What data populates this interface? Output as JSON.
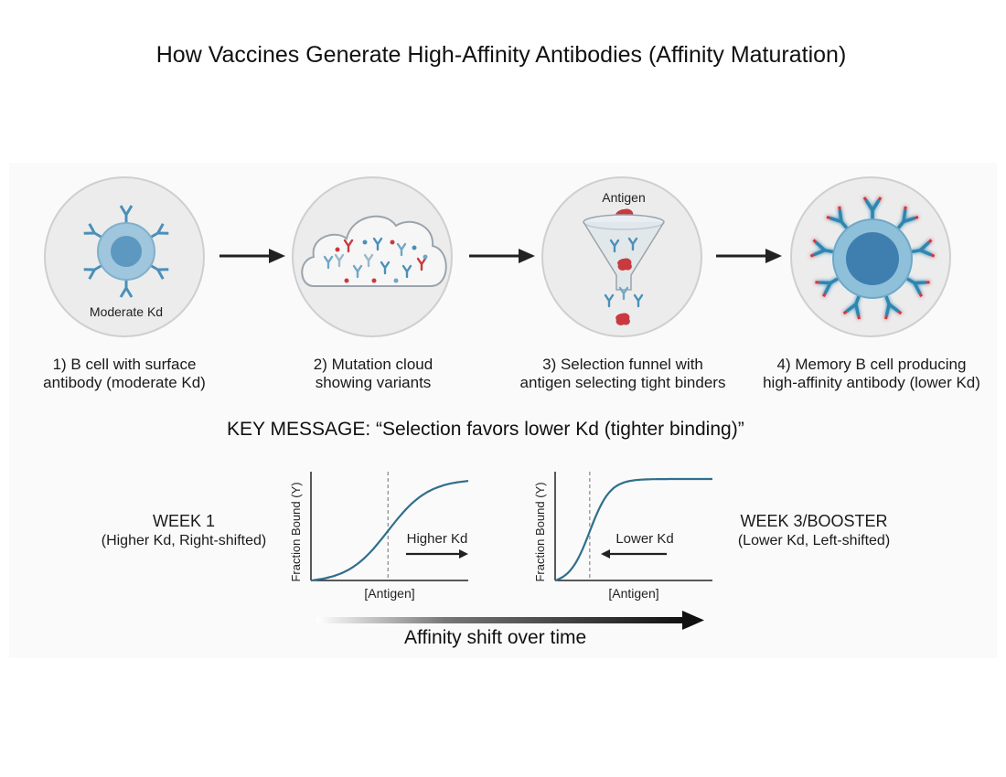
{
  "title": "How Vaccines Generate High-Affinity Antibodies (Affinity Maturation)",
  "stages": [
    {
      "caption_line1": "1) B cell with surface",
      "caption_line2": "antibody (moderate Kd)",
      "inner_label": "Moderate Kd"
    },
    {
      "caption_line1": "2) Mutation cloud",
      "caption_line2": "showing variants"
    },
    {
      "caption_line1": "3) Selection funnel with",
      "caption_line2": "antigen selecting tight binders",
      "inner_label": "Antigen"
    },
    {
      "caption_line1": "4) Memory B cell producing",
      "caption_line2": "high-affinity antibody (lower Kd)"
    }
  ],
  "key_message": "KEY MESSAGE: “Selection favors lower Kd (tighter binding)”",
  "week1": {
    "title": "WEEK 1",
    "subtitle": "(Higher Kd, Right-shifted)"
  },
  "week3": {
    "title": "WEEK 3/BOOSTER",
    "subtitle": "(Lower Kd, Left-shifted)"
  },
  "plots": [
    {
      "ylabel": "Fraction Bound (Y)",
      "xlabel": "[Antigen]",
      "annotation": "Higher Kd",
      "arrow_direction": "right",
      "kd_fraction": 0.49
    },
    {
      "ylabel": "Fraction Bound (Y)",
      "xlabel": "[Antigen]",
      "annotation": "Lower Kd",
      "arrow_direction": "left",
      "kd_fraction": 0.22
    }
  ],
  "time_axis_label": "Affinity shift over time",
  "colors": {
    "antibody": "#4a90b8",
    "antigen": "#c83a3f",
    "cell_fill": "#9fc6dc",
    "nucleus": "#5c98bf",
    "curve": "#2f6f8c",
    "glow": "#38c8e8"
  }
}
